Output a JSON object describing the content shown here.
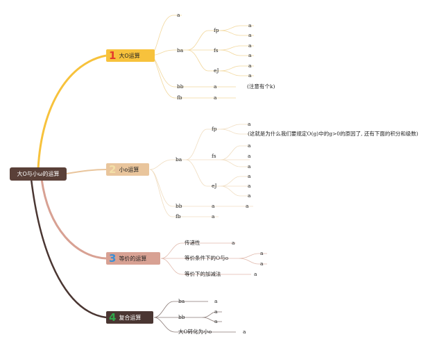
{
  "root": {
    "label": "大O与小ω的运算"
  },
  "colors": {
    "b1": "#f7c23c",
    "b2": "#e9c59c",
    "b3": "#d8a193",
    "b4": "#4a3632",
    "n1": "#e43b2c",
    "n2": "#f3e0a8",
    "n3": "#3b8fd6",
    "n4": "#2fa84a"
  },
  "branches": [
    {
      "num": "1",
      "label": "大O运算"
    },
    {
      "num": "2",
      "label": "小o运算"
    },
    {
      "num": "3",
      "label": "等价的运算"
    },
    {
      "num": "4",
      "label": "复合运算"
    }
  ],
  "b1": {
    "a_top": "a",
    "ba": "ba",
    "fp": "fp",
    "fp_a1": "a",
    "fp_a2": "a",
    "fs": "fs",
    "fs_a1": "a",
    "fs_a2": "a",
    "eJ": "eJ",
    "eJ_a1": "a",
    "eJ_a2": "a",
    "bb": "bb",
    "bb_a": "a",
    "note": "(注意有个k)",
    "fb": "fb",
    "fb_a": "a"
  },
  "b2": {
    "ba": "ba",
    "fp": "fp",
    "fp_a1": "a",
    "note": "(这就是为什么我们要规定O(g)中的g>0的原因了, 还有下面的积分和级数)",
    "fs": "fs",
    "fs_a1": "a",
    "fs_a2": "a",
    "fs_a3": "a",
    "eJ": "eJ",
    "eJ_a1": "a",
    "eJ_a2": "a",
    "eJ_a3": "a",
    "bb": "bb",
    "bb_a1": "a",
    "bb_a2": "a",
    "fb": "fb",
    "fb_a": "a"
  },
  "b3": {
    "item1": "传递性",
    "item1_a": "a",
    "item2": "等价条件下的O与o",
    "item2_a1": "a",
    "item2_a2": "a",
    "item3": "等价下的加减法",
    "item3_a": "a"
  },
  "b4": {
    "ba": "ba",
    "ba_a": "a",
    "bb": "bb",
    "bb_a1": "a",
    "bb_a2": "a",
    "item3": "大O转化为小o",
    "item3_a": "a"
  }
}
